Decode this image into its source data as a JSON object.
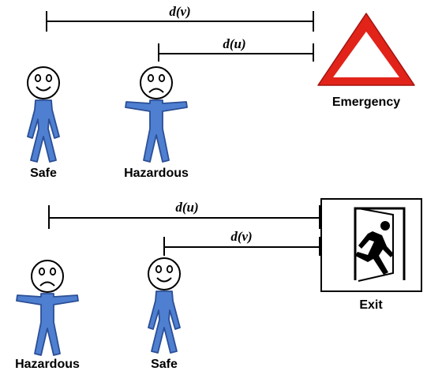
{
  "top_scenario": {
    "distance_long_label": "d(v)",
    "distance_short_label": "d(u)",
    "figure_left_label": "Safe",
    "figure_right_label": "Hazardous",
    "sign_label": "Emergency",
    "sign_icon": "warning-triangle-icon"
  },
  "bottom_scenario": {
    "distance_long_label": "d(u)",
    "distance_short_label": "d(v)",
    "figure_left_label": "Hazardous",
    "figure_right_label": "Safe",
    "sign_label": "Exit",
    "sign_icon": "running-exit-icon"
  },
  "colors": {
    "figure_fill": "#4f7fd0",
    "figure_outline": "#2b4f96",
    "warning_red": "#e2231a",
    "line": "#000000"
  }
}
